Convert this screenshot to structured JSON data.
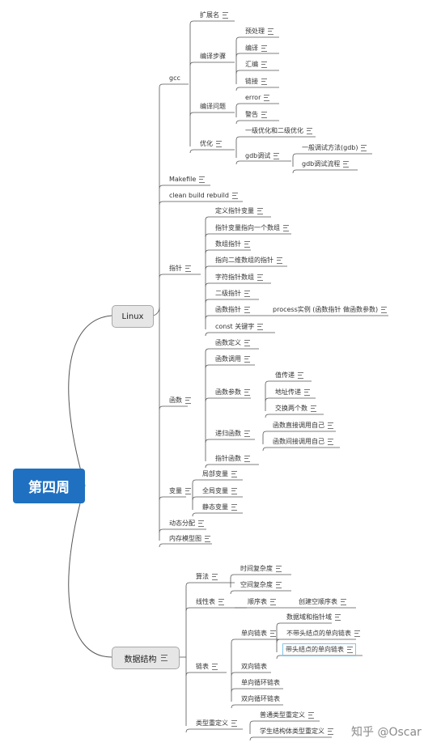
{
  "root": "第四周",
  "linux": "Linux",
  "ds": "数据结构",
  "watermark": "知乎 @Oscar",
  "n": {
    "gcc": "gcc",
    "kzm": "扩展名",
    "bybz": "编译步骤",
    "ycl": "预处理",
    "by": "编译",
    "hb": "汇编",
    "lj": "链接",
    "bywt": "编译问题",
    "error": "error",
    "jg": "警告",
    "yh": "优化",
    "yjyh": "一级优化和二级优化",
    "gdbts": "gdb调试",
    "ybts": "一般调试方法(gdb)",
    "gdblc": "gdb调试流程",
    "makefile": "Makefile",
    "clean": "clean   build    rebuild",
    "zz": "指针",
    "dyzzbl": "定义指针变量",
    "zzblzx": "指针变量指向一个数组",
    "szzz": "数组指针",
    "zxewsz": "指向二维数组的指针",
    "zfzzsz": "字符指针数组",
    "ejzz": "二级指针",
    "hszz": "函数指针",
    "process": "process实例 (函数指针 做函数参数)",
    "const": "const 关键字",
    "hs": "函数",
    "hsdy": "函数定义",
    "hsdyong": "函数调用",
    "hscs": "函数参数",
    "zcd": "值传递",
    "dzcd": "地址传递",
    "jhlgs": "交换两个数",
    "dghs": "递归函数",
    "zjdy": "函数直接调用自己",
    "jjdy": "函数间接调用自己",
    "zzhs": "指针函数",
    "bl": "变量",
    "jbbl": "局部变量",
    "qjbl": "全局变量",
    "jtbl": "静态变量",
    "dtfp": "动态分配",
    "ncmxt": "内存模型图",
    "sf": "算法",
    "sjfzd": "时间复杂度",
    "kjfzd": "空间复杂度",
    "xxb": "线性表",
    "sxb": "顺序表",
    "cjsxb": "创建空顺序表",
    "lb": "链表",
    "dxlb": "单向链表",
    "sjyhzzy": "数据域和指针域",
    "bdtjd": "不带头结点的单向链表",
    "dtjd": "带头结点的单向链表",
    "sxlb": "双向链表",
    "dxxh": "单向循环链表",
    "sxxh": "双向循环链表",
    "lxcdy": "类型重定义",
    "ptlx": "普通类型重定义",
    "xsjgt": "学生结构体类型重定义"
  }
}
